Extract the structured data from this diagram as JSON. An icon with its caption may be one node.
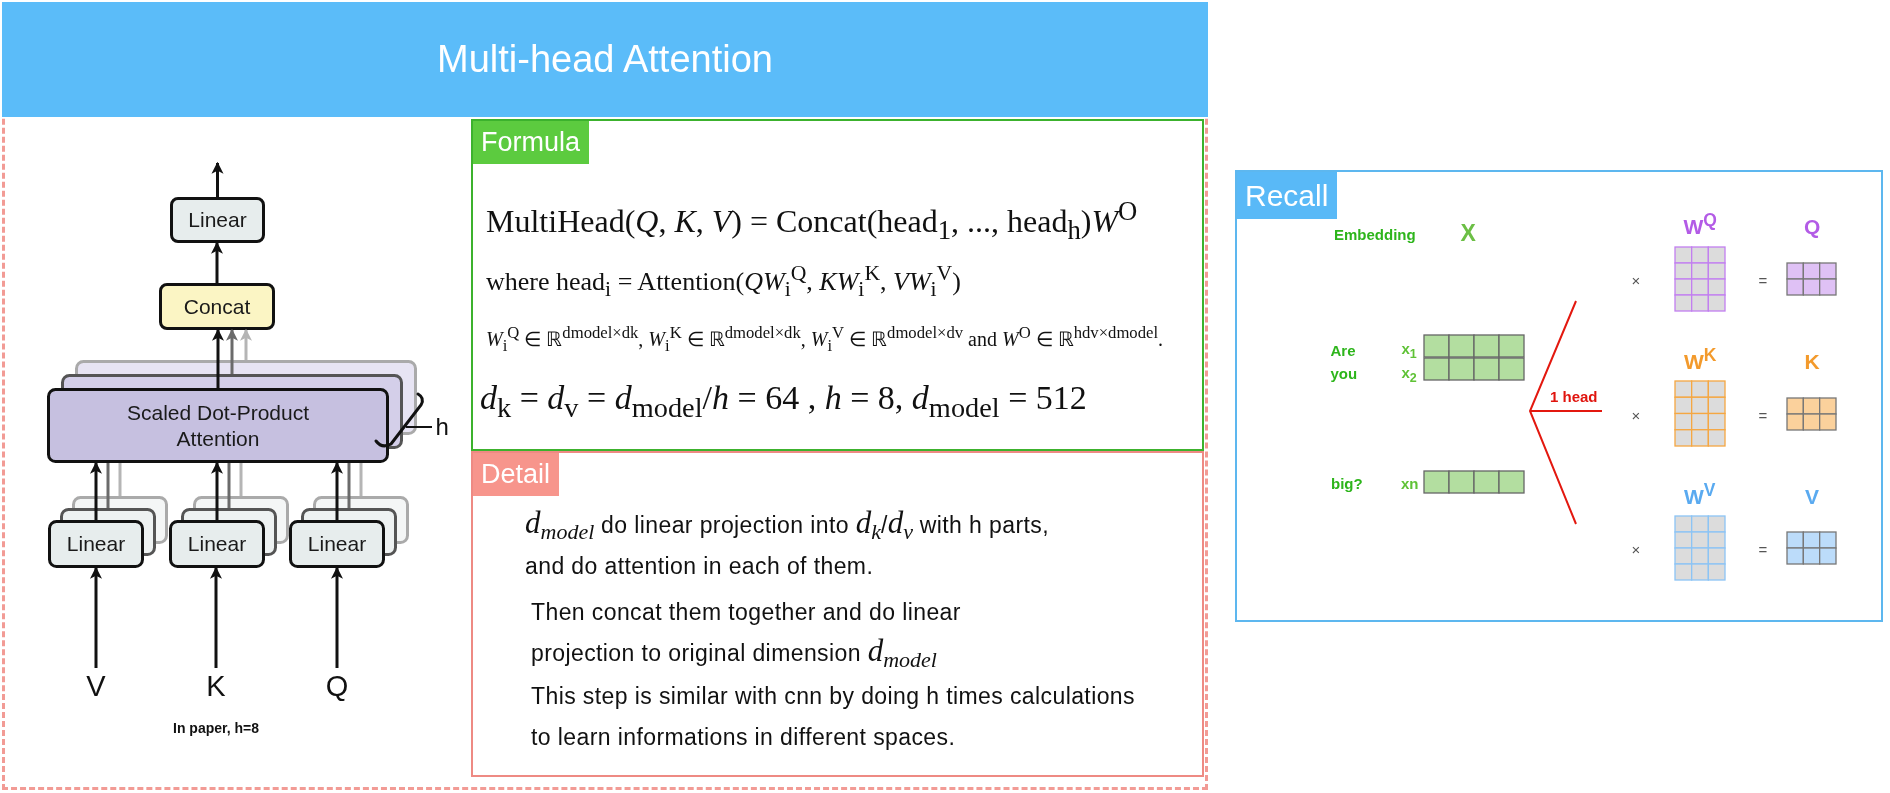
{
  "diagram": {
    "nodes": [
      {
        "text": [
          "Multi-head Attention"
        ]
      },
      {
        "text": [
          "Linear"
        ],
        "in": 0
      },
      {
        "text": [
          "Concat"
        ],
        "in": 0
      },
      {
        "text": [
          "Scaled Dot-Product Attention"
        ],
        "in": 0
      },
      {
        "text": [
          "Linear"
        ],
        "in": 0
      },
      {
        "text": [
          "Linear"
        ],
        "in": 0
      },
      {
        "text": [
          "Linear"
        ],
        "in": 0
      },
      {
        "text": [
          "V"
        ],
        "in": 0
      },
      {
        "text": [
          "K"
        ],
        "in": 0
      },
      {
        "text": [
          "Q"
        ],
        "in": 0
      },
      {
        "text": [
          "Formula",
          "MultiHead(*Q*, *K*, *V*) = Concat(head$_{1}$, ..., head$_{h}$)*W*$^{O}$",
          "where head$_{i}$ = Attention(*QW*$_{i}$$^{Q}$, *KW*$_{i}$$^{K}$, *VW*$_{i}$$^{V}$)",
          "*W*$_{i}$$^{Q}$ ∈ ℝ$^{dmodel×dk}$, *W*$_{i}$$^{K}$ ∈ ℝ$^{dmodel×dk}$, *W*$_{i}$$^{V}$ ∈ ℝ$^{dmodel×dv}$ and *W*$^{O}$ ∈ ℝ$^{hdv×dmodel}$.",
          "*d*$_{k}$ = *d*$_{v}$ = *d*$_{model}$/*h* = 64 , *h* = 8, *d*$_{model}$ = 512"
        ],
        "in": 0
      },
      {
        "text": [
          "Detail",
          "*d*$_{model}$ do linear projection into *d*$_{k}$/*d*$_{v}$ with h parts, and do attention in each of them.",
          "Then concat them together and do linear projection to original dimension *d*$_{model}$",
          "This step is similar with cnn by doing h times calculations to learn informations in different spaces."
        ],
        "in": 0
      },
      {
        "text": [
          "Recall"
        ]
      }
    ],
    "edges": [
      {
        "from": 7,
        "to": 4,
        "arrow": "to"
      },
      {
        "from": 8,
        "to": 5,
        "arrow": "to"
      },
      {
        "from": 9,
        "to": 6,
        "arrow": "to"
      },
      {
        "from": 4,
        "to": 3,
        "arrow": "to"
      },
      {
        "from": 5,
        "to": 3,
        "arrow": "to"
      },
      {
        "from": 6,
        "to": 3,
        "arrow": "to"
      },
      {
        "from": 4,
        "to": 3,
        "arrow": "none",
        "color": "#6b6b6b"
      },
      {
        "from": 4,
        "to": 3,
        "arrow": "none",
        "color": "#b5b5b5"
      },
      {
        "from": 5,
        "to": 3,
        "arrow": "none",
        "color": "#6b6b6b"
      },
      {
        "from": 5,
        "to": 3,
        "arrow": "none",
        "color": "#b5b5b5"
      },
      {
        "from": 6,
        "to": 3,
        "arrow": "none",
        "color": "#6b6b6b"
      },
      {
        "from": 6,
        "to": 3,
        "arrow": "none",
        "color": "#b5b5b5"
      },
      {
        "from": 3,
        "to": 2,
        "arrow": "to"
      },
      {
        "from": 3,
        "to": 2,
        "arrow": "to",
        "color": "#6b6b6b"
      },
      {
        "from": 3,
        "to": 2,
        "arrow": "to",
        "color": "#b5b5b5"
      },
      {
        "from": 2,
        "to": 1,
        "arrow": "to"
      },
      {
        "from": 1,
        "to": null,
        "arrow": "to"
      }
    ],
    "labels": [
      "h",
      "In paper, h=8",
      "Embedding",
      "X",
      "W$^{Q}$",
      "Q",
      "×",
      "=",
      "Are",
      "x$_{1}$",
      "W$^{K}$",
      "K",
      "you",
      "x$_{2}$",
      "1 head",
      "×",
      "=",
      "big?",
      "xn",
      "W$^{V}$",
      "V",
      "×",
      "="
    ]
  }
}
